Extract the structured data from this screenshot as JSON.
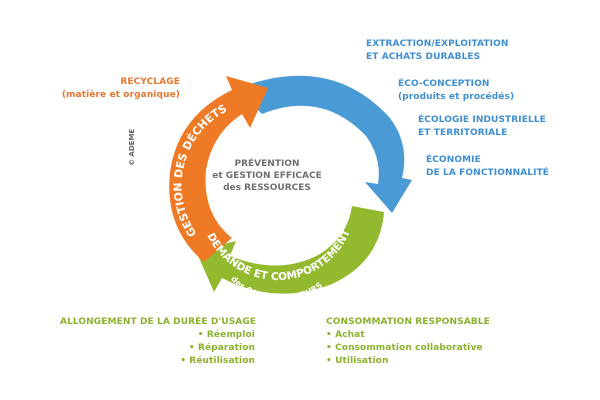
{
  "diagram": {
    "center": {
      "line1": "PRÉVENTION",
      "line2": "et GESTION EFFICACE",
      "line3": "des RESSOURCES"
    },
    "copyright": "© ADEME",
    "arcs": {
      "offre": {
        "title": "OFFRE",
        "subtitle": "des ACTEURS ÉCONOMIQUES",
        "color": "#4a9ad6"
      },
      "demande": {
        "title": "DEMANDE ET COMPORTEMENT",
        "subtitle": "des CONSOMMATEURS",
        "color": "#93ba2f"
      },
      "dechets": {
        "title": "GESTION DES DÉCHETS",
        "color": "#ef7a25"
      }
    },
    "recyclage": {
      "title": "RECYCLAGE",
      "subtitle": "(matière et organique)"
    },
    "offre_items": [
      [
        "EXTRACTION/EXPLOITATION",
        "ET ACHATS DURABLES"
      ],
      [
        "ÉCO-CONCEPTION",
        "(produits et procédés)"
      ],
      [
        "ÉCOLOGIE INDUSTRIELLE",
        "ET TERRITORIALE"
      ],
      [
        "ÉCONOMIE",
        "DE LA FONCTIONNALITÉ"
      ]
    ],
    "allongement": {
      "title": "ALLONGEMENT DE LA DURÉE D'USAGE",
      "items": [
        "• Réemploi",
        "• Réparation",
        "• Réutilisation"
      ]
    },
    "consommation": {
      "title": "CONSOMMATION RESPONSABLE",
      "items": [
        "• Achat",
        "• Consommation collaborative",
        "• Utilisation"
      ]
    }
  }
}
